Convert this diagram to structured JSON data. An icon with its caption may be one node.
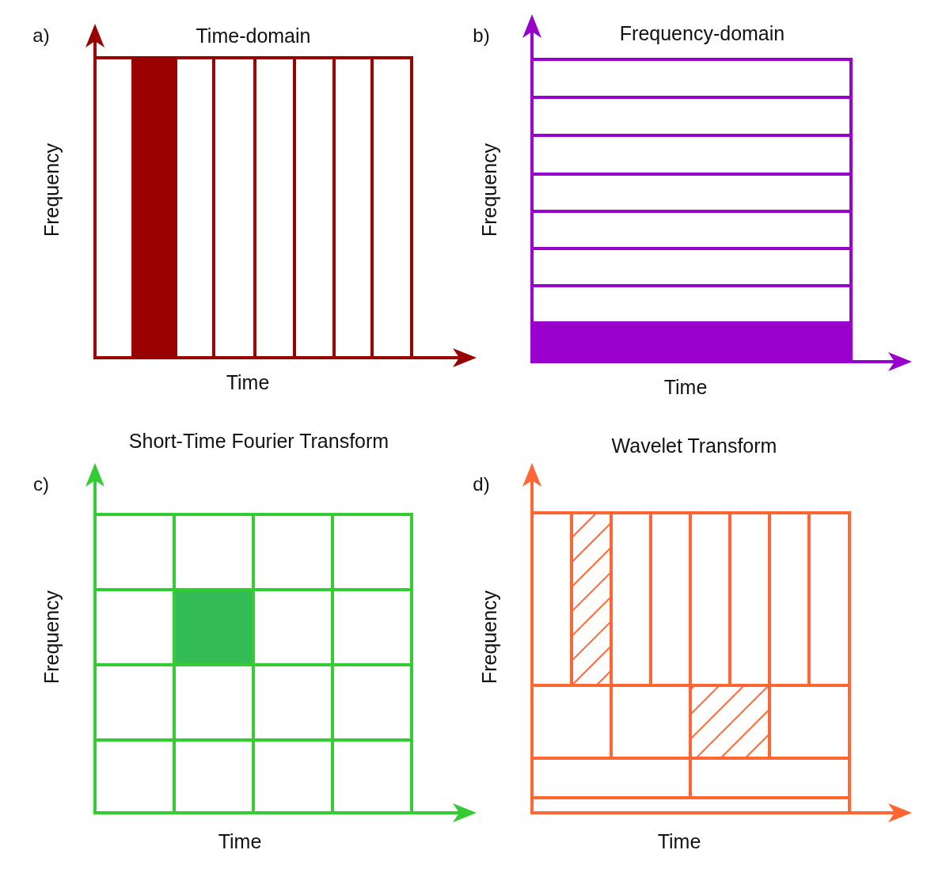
{
  "diagram": {
    "labels": [
      "a)",
      "Time-domain",
      "Frequency",
      "Time",
      "b)",
      "Frequency-domain",
      "Frequency",
      "Time",
      "Short-Time Fourier Transform",
      "c)",
      "Frequency",
      "Time",
      "Wavelet Transform",
      "d)",
      "Frequency",
      "Time"
    ]
  }
}
